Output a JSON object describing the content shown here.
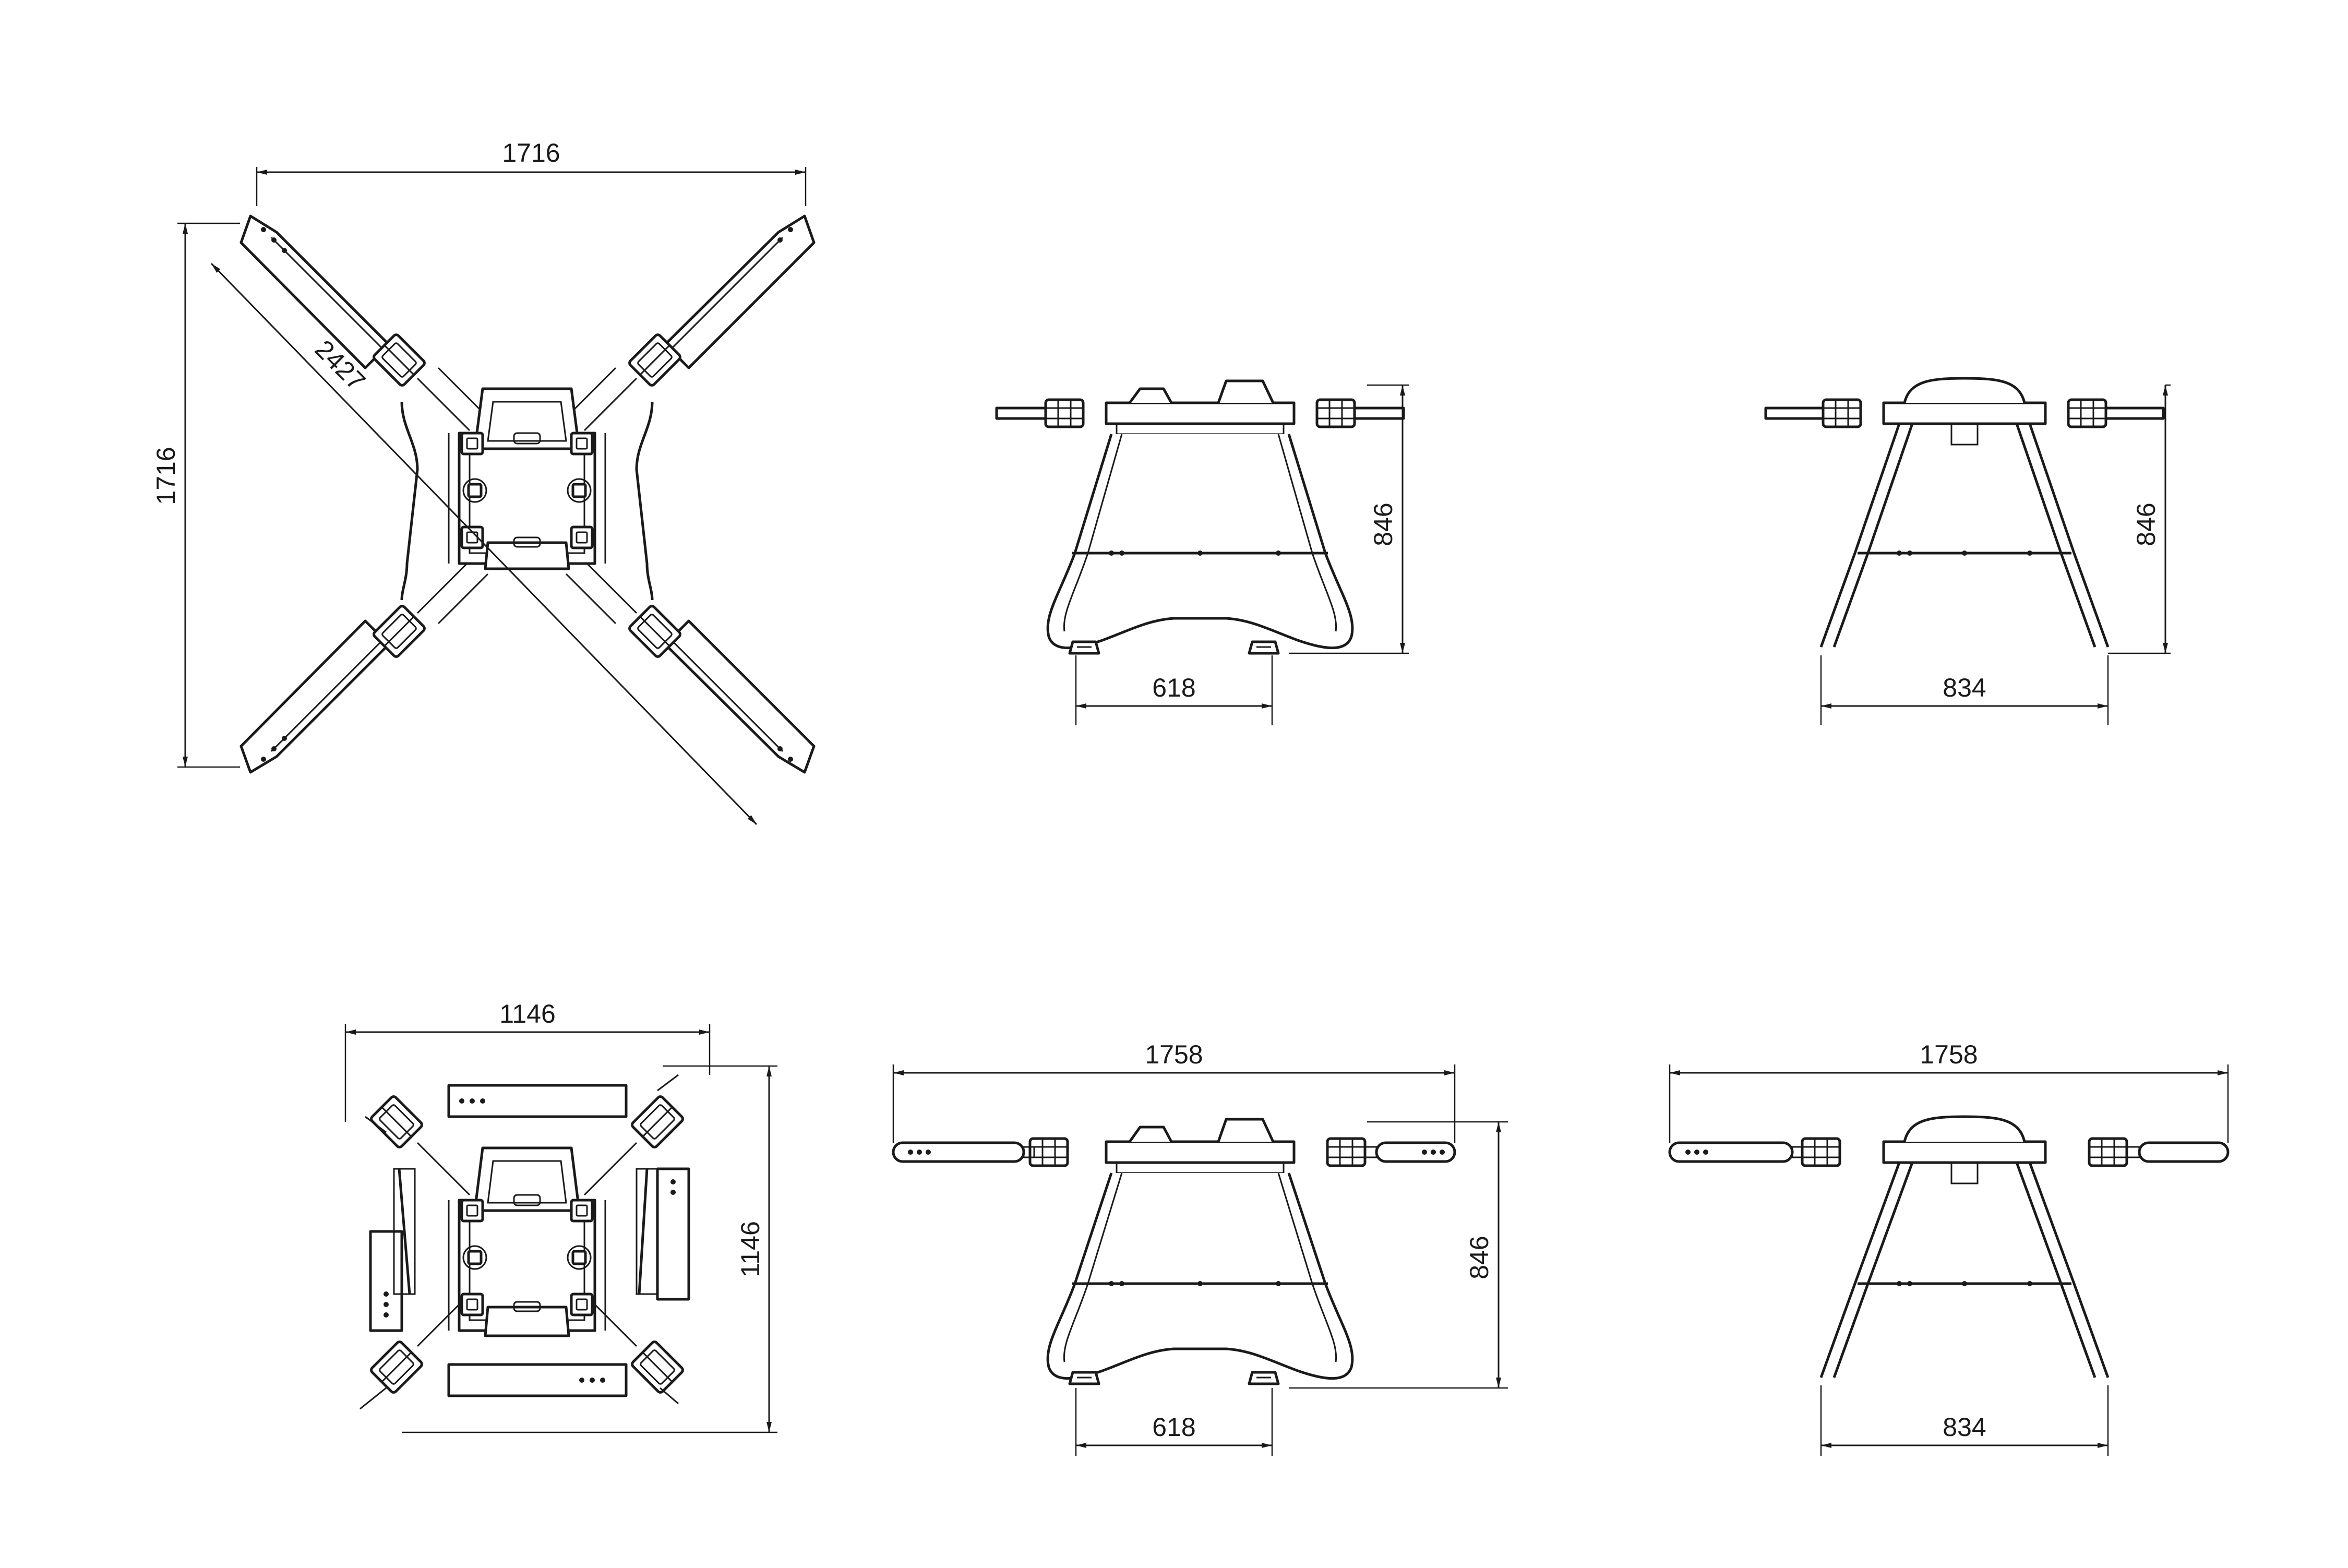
{
  "colors": {
    "line": "#1a1a1a",
    "background": "#ffffff"
  },
  "views": {
    "top_unfolded": {
      "width_label": "1716",
      "height_label": "1716",
      "diagonal_label": "2427"
    },
    "front_unfolded": {
      "height_label": "846",
      "width_label": "618"
    },
    "side_unfolded": {
      "height_label": "846",
      "width_label": "834"
    },
    "top_folded": {
      "width_label": "1146",
      "height_label": "1146"
    },
    "front_folded": {
      "span_label": "1758",
      "height_label": "846",
      "width_label": "618"
    },
    "side_folded": {
      "span_label": "1758",
      "width_label": "834"
    }
  }
}
